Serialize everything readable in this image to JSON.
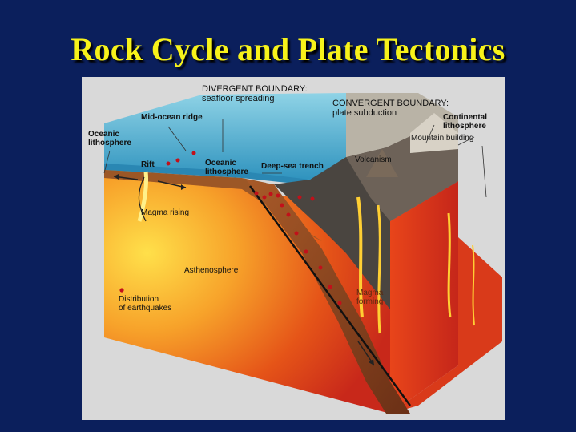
{
  "slide": {
    "title": "Rock Cycle and Plate Tectonics"
  },
  "diagram": {
    "labels": {
      "divergent_title": "DIVERGENT BOUNDARY:",
      "divergent_sub": "seafloor spreading",
      "convergent_title": "CONVERGENT BOUNDARY:",
      "convergent_sub": "plate subduction",
      "mid_ocean_ridge": "Mid-ocean ridge",
      "oceanic_lithosphere_left_1": "Oceanic",
      "oceanic_lithosphere_left_2": "lithosphere",
      "continental_lithosphere_1": "Continental",
      "continental_lithosphere_2": "lithosphere",
      "mountain_building": "Mountain building",
      "rift": "Rift",
      "oceanic_lithosphere_mid_1": "Oceanic",
      "oceanic_lithosphere_mid_2": "lithosphere",
      "deep_sea_trench": "Deep-sea trench",
      "volcanism": "Volcanism",
      "magma_rising": "Magma rising",
      "asthenosphere": "Asthenosphere",
      "magma_forming_1": "Magma",
      "magma_forming_2": "forming",
      "earthquakes_legend_1": "Distribution",
      "earthquakes_legend_2": "of earthquakes"
    },
    "colors": {
      "ocean": "#3aa6c9",
      "mantle_hot": "#ffd03a",
      "mantle_mid": "#f07a1a",
      "mantle_deep": "#c8281a",
      "crust": "#8a4a1f",
      "continent": "#4a4540",
      "earthquake_dot": "#c2101a"
    }
  }
}
